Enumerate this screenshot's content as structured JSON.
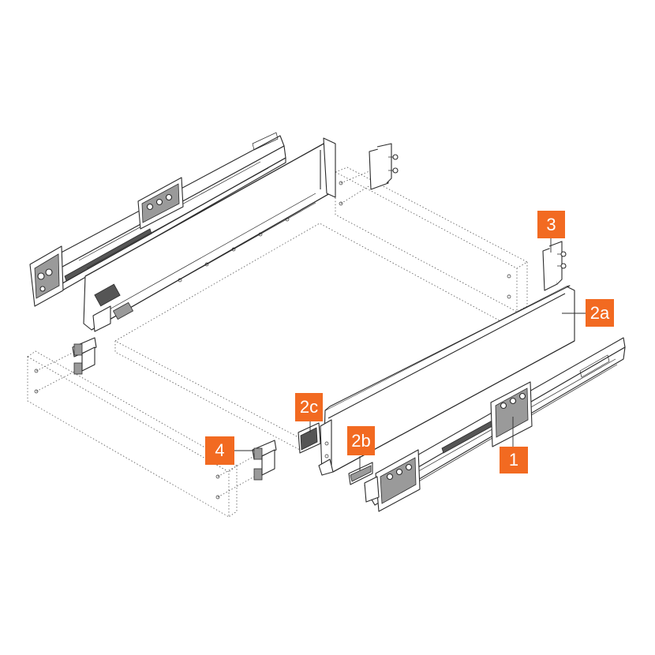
{
  "callouts": {
    "c1": "1",
    "c2a": "2a",
    "c2b": "2b",
    "c2c": "2c",
    "c3": "3",
    "c4": "4"
  },
  "colors": {
    "callout_bg": "#f26a21",
    "callout_text": "#ffffff",
    "line": "#2b2b2b"
  }
}
